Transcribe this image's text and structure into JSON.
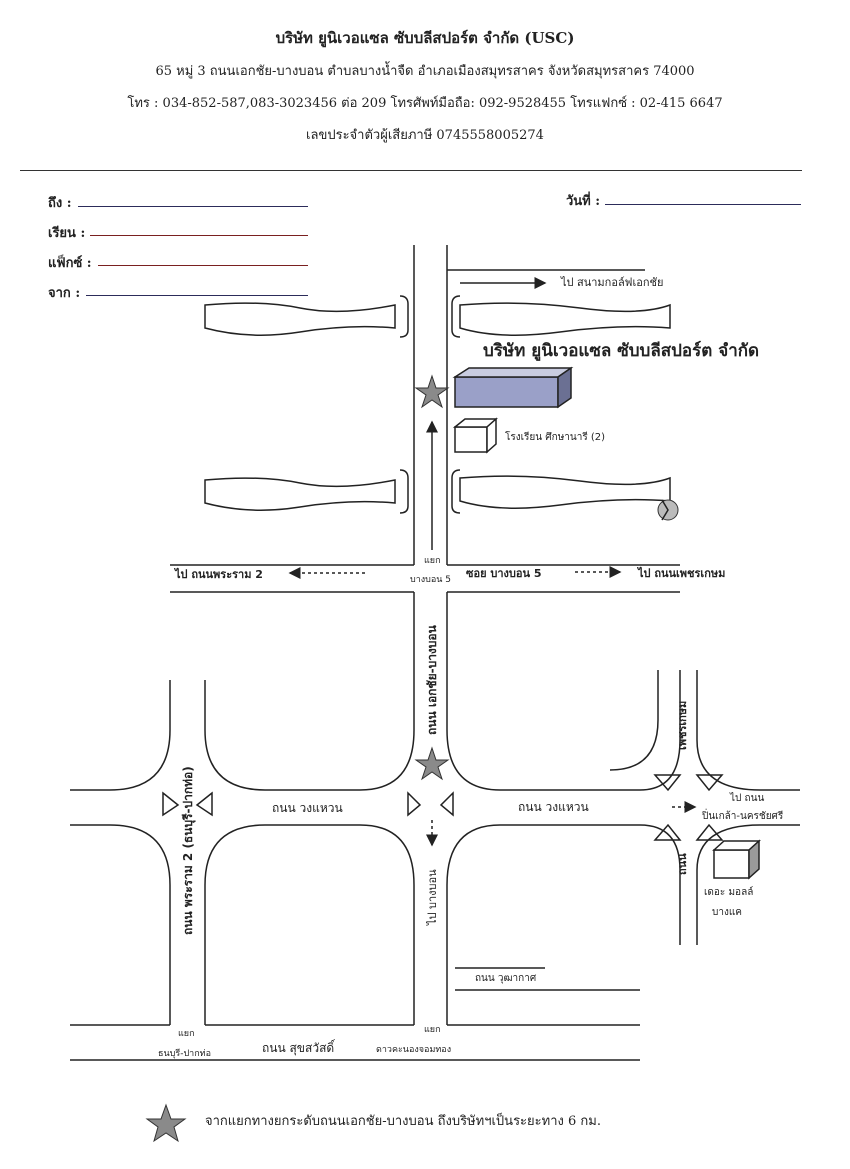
{
  "header": {
    "company_name": "บริษัท ยูนิเวอแซล ซับบลีสปอร์ต จำกัด (USC)",
    "address": "65 หมู่ 3 ถนนเอกชัย-บางบอน ตำบลบางน้ำจืด อำเภอเมืองสมุทรสาคร จังหวัดสมุทรสาคร 74000",
    "phones": "โทร : 034-852-587,083-3023456 ต่อ 209 โทรศัพท์มือถือ: 092-9528455 โทรแฟกซ์ : 02-415 6647",
    "tax_id": "เลขประจำตัวผู้เสียภาษี 0745558005274"
  },
  "form": {
    "to": "ถึง :",
    "attention": "เรียน :",
    "fax": "แฟ็กซ์ :",
    "from": "จาก :",
    "date": "วันที่ :"
  },
  "map": {
    "company_label": "บริษัท ยูนิเวอแซล ซับบลีสปอร์ต จำกัด",
    "to_golf": "ไป สนามกอล์ฟเอกชัย",
    "school": "โรงเรียน ศึกษานารี (2)",
    "junction_top": "แยก",
    "junction_name": "บางบอน 5",
    "to_rama2": "ไป ถนนพระราม 2",
    "soi_bangbon5": "ซอย บางบอน 5",
    "to_phetkasem": "ไป ถนนเพชรเกษม",
    "road_ekkachai": "ถนน เอกชัย-บางบอน",
    "road_wonghwaen_left": "ถนน วงแหวน",
    "road_wonghwaen_right": "ถนน วงแหวน",
    "road_phetkasem": "เพชรเกษม",
    "road_thanon": "ถนน",
    "to_pinklao_line1": "ไป ถนน",
    "to_pinklao_line2": "ปิ่นเกล้า-นครชัยศรี",
    "the_mall_line1": "เดอะ มอลล์",
    "the_mall_line2": "บางแค",
    "road_rama2_side": "ถนน พระราม 2 (ธนบุรี-ปากท่อ)",
    "to_bangbon": "ไป บางบอน",
    "road_wutthakat": "ถนน วุฒากาศ",
    "junction_left": "แยก",
    "junction_left_name": "ธนบุรี-ปากท่อ",
    "road_suksawat": "ถนน สุขสวัสดิ์",
    "junction_right": "แยก",
    "junction_right_name": "ดาวคะนองจอมทอง"
  },
  "footer": {
    "note": "จากแยกทางยกระดับถนนเอกชัย-บางบอน ถึงบริษัทฯเป็นระยะทาง 6 กม."
  },
  "colors": {
    "ink": "#222222",
    "building_fill": "#9aa0c8",
    "line_blue": "#2c2c5a",
    "line_red": "#7a2020"
  },
  "icons": [
    "star-marker-icon",
    "compass-icon"
  ]
}
